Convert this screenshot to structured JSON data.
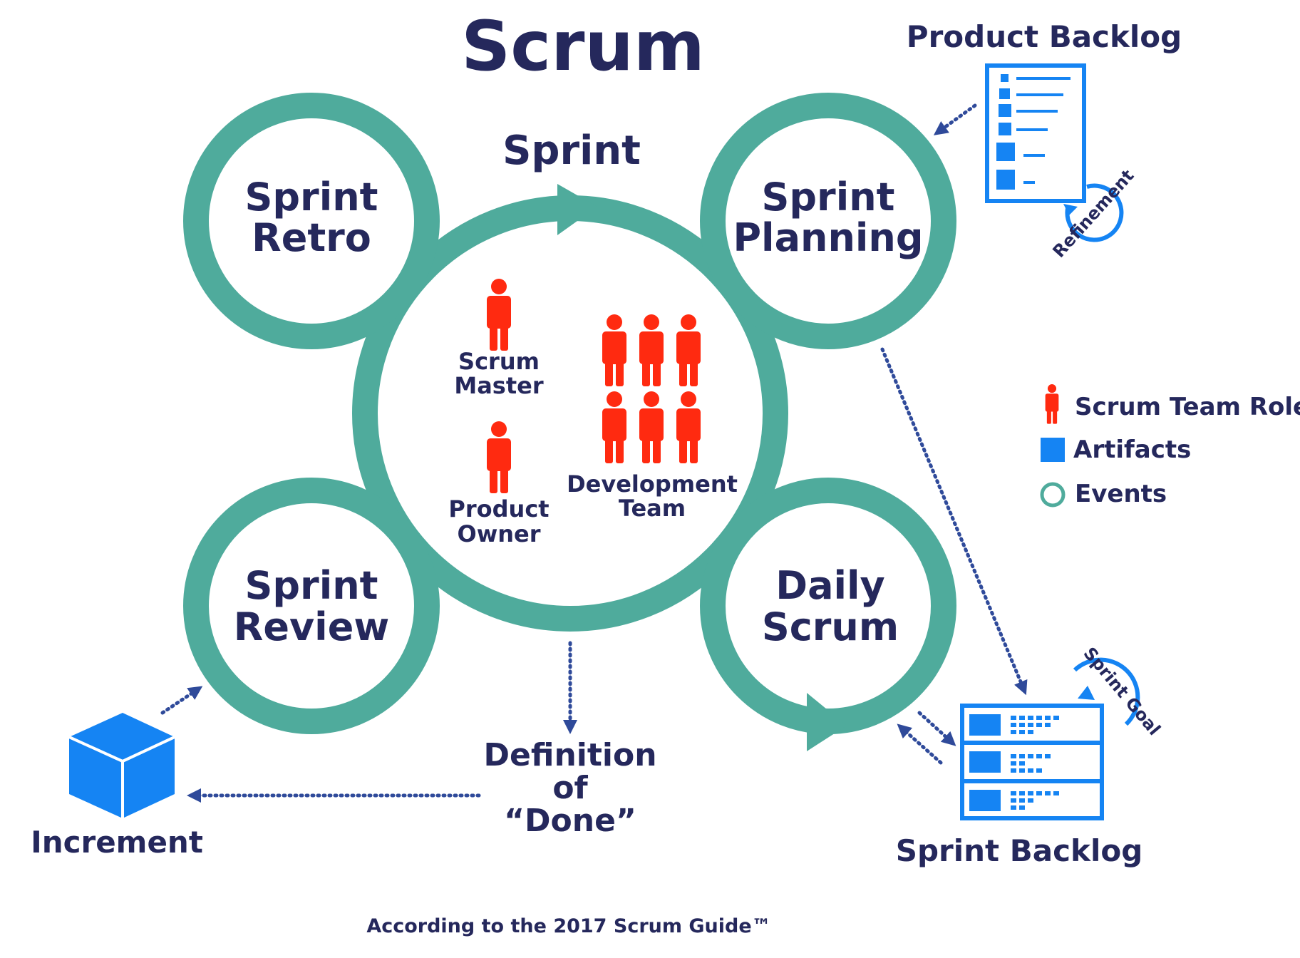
{
  "title": "Scrum",
  "sprint_label": "Sprint",
  "events": {
    "retro": [
      "Sprint",
      "Retro"
    ],
    "planning": [
      "Sprint",
      "Planning"
    ],
    "review": [
      "Sprint",
      "Review"
    ],
    "daily": [
      "Daily",
      "Scrum"
    ]
  },
  "roles": {
    "scrum_master": [
      "Scrum",
      "Master"
    ],
    "product_owner": [
      "Product",
      "Owner"
    ],
    "dev_team": [
      "Development",
      "Team"
    ]
  },
  "artifacts": {
    "product_backlog": "Product Backlog",
    "sprint_backlog": "Sprint Backlog",
    "increment": "Increment",
    "refinement": "Refinement",
    "sprint_goal": "Sprint Goal"
  },
  "definition_of_done": [
    "Definition",
    "of",
    "“Done”"
  ],
  "legend": {
    "roles": "Scrum Team Roles",
    "artifacts": "Artifacts",
    "events": "Events"
  },
  "footer": "According to the 2017 Scrum Guide™",
  "colors": {
    "teal": "#4fab9c",
    "navy": "#25285c",
    "red": "#ff2a10",
    "blue": "#1584f3",
    "arrow": "#2f4a9a"
  }
}
